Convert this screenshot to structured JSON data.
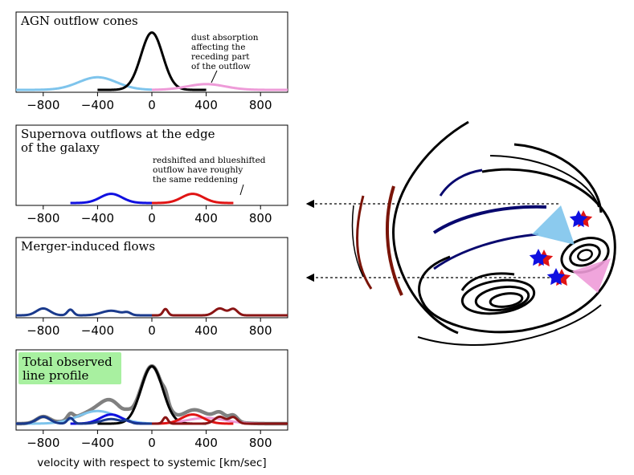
{
  "colors": {
    "agn_blue": "#7ec4ec",
    "agn_pink": "#ee9bd8",
    "sn_blue": "#1010e0",
    "sn_red": "#e01414",
    "merger_blue": "#1a3a8c",
    "merger_red": "#8a1414",
    "total_gray": "#808080",
    "label_box": "#a8f0a0",
    "galaxy_dark": "#000000",
    "arm_red": "#7a1408",
    "arm_blue": "#08086e"
  },
  "xlabel": "velocity with respect to systemic [km/sec]",
  "xticks": [
    -800,
    -400,
    0,
    400,
    800
  ],
  "xtick_labels": [
    "−800",
    "−400",
    "0",
    "400",
    "800"
  ],
  "panels": [
    {
      "id": "agn",
      "title_lines": [
        "AGN outflow cones"
      ],
      "note_lines": [
        "dust absorption",
        "affecting the",
        "receding part",
        "of the outflow"
      ]
    },
    {
      "id": "supernova",
      "title_lines": [
        "Supernova outflows at the edge",
        "of the galaxy"
      ],
      "note_lines": [
        "redshifted and blueshifted",
        "outflow have roughly",
        "the same reddening"
      ]
    },
    {
      "id": "merger",
      "title_lines": [
        "Merger-induced flows"
      ],
      "note_lines": []
    },
    {
      "id": "total",
      "title_lines": [
        "Total observed",
        "line profile"
      ],
      "note_lines": []
    }
  ],
  "chart_data": {
    "type": "line",
    "xlim": [
      -1000,
      1000
    ],
    "panels": [
      {
        "id": "agn",
        "ylim": [
          0,
          1.05
        ],
        "series": [
          {
            "color": "#7ec4ec",
            "components": [
              {
                "mu": -400,
                "sigma": 140,
                "amp": 0.22
              }
            ],
            "xrange": [
              -1000,
              0
            ]
          },
          {
            "color": "#000000",
            "components": [
              {
                "mu": 0,
                "sigma": 80,
                "amp": 1.0
              }
            ],
            "xrange": [
              -400,
              400
            ]
          },
          {
            "color": "#ee9bd8",
            "components": [
              {
                "mu": 400,
                "sigma": 140,
                "amp": 0.1
              }
            ],
            "xrange": [
              0,
              1000
            ]
          }
        ]
      },
      {
        "id": "supernova",
        "ylim": [
          0,
          1.05
        ],
        "series": [
          {
            "color": "#1010e0",
            "components": [
              {
                "mu": -300,
                "sigma": 80,
                "amp": 0.16
              }
            ],
            "xrange": [
              -600,
              0
            ]
          },
          {
            "color": "#e01414",
            "components": [
              {
                "mu": 300,
                "sigma": 80,
                "amp": 0.16
              }
            ],
            "xrange": [
              0,
              600
            ]
          }
        ]
      },
      {
        "id": "merger",
        "ylim": [
          0,
          1.05
        ],
        "series": [
          {
            "color": "#1a3a8c",
            "components": [
              {
                "mu": -800,
                "sigma": 50,
                "amp": 0.12
              },
              {
                "mu": -600,
                "sigma": 22,
                "amp": 0.1
              },
              {
                "mu": -300,
                "sigma": 70,
                "amp": 0.08
              },
              {
                "mu": -180,
                "sigma": 25,
                "amp": 0.04
              }
            ],
            "xrange": [
              -1000,
              0
            ]
          },
          {
            "color": "#8a1414",
            "components": [
              {
                "mu": 100,
                "sigma": 18,
                "amp": 0.11
              },
              {
                "mu": 500,
                "sigma": 40,
                "amp": 0.12
              },
              {
                "mu": 600,
                "sigma": 30,
                "amp": 0.11
              }
            ],
            "xrange": [
              0,
              1000
            ]
          }
        ]
      },
      {
        "id": "total",
        "ylim": [
          0,
          1.05
        ],
        "series": [
          {
            "color": "#7ec4ec",
            "components": [
              {
                "mu": -400,
                "sigma": 140,
                "amp": 0.22
              }
            ],
            "xrange": [
              -1000,
              0
            ]
          },
          {
            "color": "#000000",
            "components": [
              {
                "mu": 0,
                "sigma": 80,
                "amp": 1.0
              }
            ],
            "xrange": [
              -400,
              400
            ]
          },
          {
            "color": "#ee9bd8",
            "components": [
              {
                "mu": 400,
                "sigma": 140,
                "amp": 0.1
              }
            ],
            "xrange": [
              0,
              1000
            ]
          },
          {
            "color": "#1010e0",
            "components": [
              {
                "mu": -300,
                "sigma": 80,
                "amp": 0.16
              }
            ],
            "xrange": [
              -600,
              0
            ]
          },
          {
            "color": "#e01414",
            "components": [
              {
                "mu": 300,
                "sigma": 80,
                "amp": 0.16
              }
            ],
            "xrange": [
              0,
              600
            ]
          },
          {
            "color": "#1a3a8c",
            "components": [
              {
                "mu": -800,
                "sigma": 50,
                "amp": 0.12
              },
              {
                "mu": -600,
                "sigma": 22,
                "amp": 0.1
              },
              {
                "mu": -300,
                "sigma": 70,
                "amp": 0.08
              },
              {
                "mu": -180,
                "sigma": 25,
                "amp": 0.04
              }
            ],
            "xrange": [
              -1000,
              0
            ]
          },
          {
            "color": "#8a1414",
            "components": [
              {
                "mu": 100,
                "sigma": 18,
                "amp": 0.11
              },
              {
                "mu": 500,
                "sigma": 40,
                "amp": 0.12
              },
              {
                "mu": 600,
                "sigma": 30,
                "amp": 0.11
              }
            ],
            "xrange": [
              0,
              1000
            ]
          },
          {
            "color": "#808080",
            "sum_of_all": true,
            "xrange": [
              -1000,
              1000
            ]
          }
        ]
      }
    ]
  }
}
